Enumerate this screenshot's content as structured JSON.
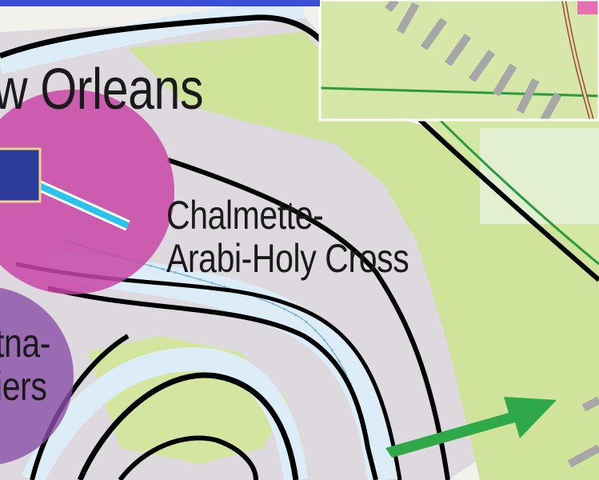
{
  "map": {
    "title": "w Orleans",
    "places": [
      {
        "line1": "Chalmette-",
        "line2": "Arabi-Holy Cross"
      },
      {
        "line1": "tna-",
        "line2": "iers"
      }
    ],
    "colors": {
      "land": "#f3f1ec",
      "urban": "#d9d5dc",
      "vegetation": "#cfe39a",
      "water": "#dcedf7",
      "river_outline": "#000000",
      "circle_magenta": "#c845a6",
      "circle_purple": "#8a4fa8",
      "highlight_cyan": "#29c3ec",
      "arrow_green": "#2fa84a",
      "inset_border": "#ffffff",
      "marker_fill": "#2b3c9a",
      "marker_border": "#f3d28c"
    },
    "icons": [
      "marker-square-icon",
      "direction-arrow-icon"
    ]
  }
}
